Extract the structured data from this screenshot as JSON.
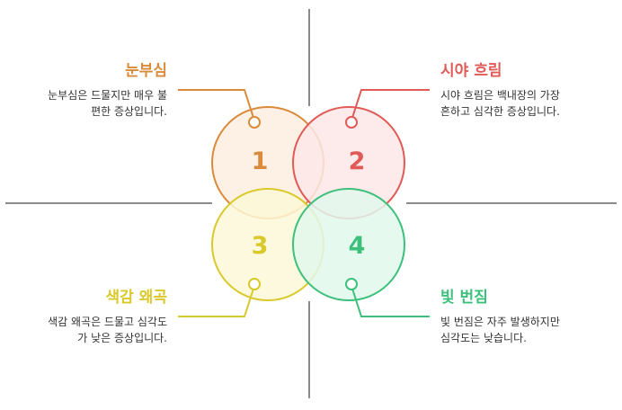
{
  "colors": {
    "c1": "#d98a3a",
    "c1_fill": "#fdeee0",
    "c2": "#e05a57",
    "c2_fill": "#fde8e8",
    "c3": "#d9c92b",
    "c3_fill": "#fdf8d8",
    "c4": "#3cc07b",
    "c4_fill": "#e2f8ec",
    "axis": "#8a8a8a"
  },
  "items": [
    {
      "number": "1",
      "title": "눈부심",
      "description_lines": [
        "눈부심은 드물지만 매우 불",
        "편한 증상입니다."
      ]
    },
    {
      "number": "2",
      "title": "시야 흐림",
      "description_lines": [
        "시야 흐림은 백내장의 가장",
        "흔하고 심각한 증상입니다."
      ]
    },
    {
      "number": "3",
      "title": "색감 왜곡",
      "description_lines": [
        "색감 왜곡은 드물고 심각도",
        "가 낮은 증상입니다."
      ]
    },
    {
      "number": "4",
      "title": "빛 번짐",
      "description_lines": [
        "빛 번짐은 자주 발생하지만",
        "심각도는 낮습니다."
      ]
    }
  ]
}
